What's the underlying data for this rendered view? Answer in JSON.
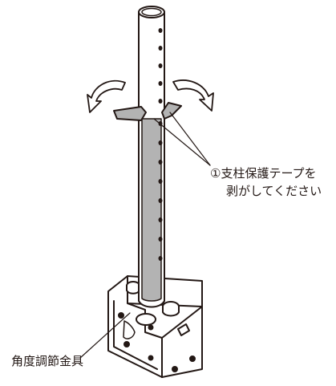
{
  "labels": {
    "tape_line1": "①支柱保護テープを",
    "tape_line2": "剥がしてください",
    "bracket": "角度調節金具"
  },
  "colors": {
    "ink": "#231815",
    "tape": "#b3b3b3",
    "background": "#ffffff"
  }
}
